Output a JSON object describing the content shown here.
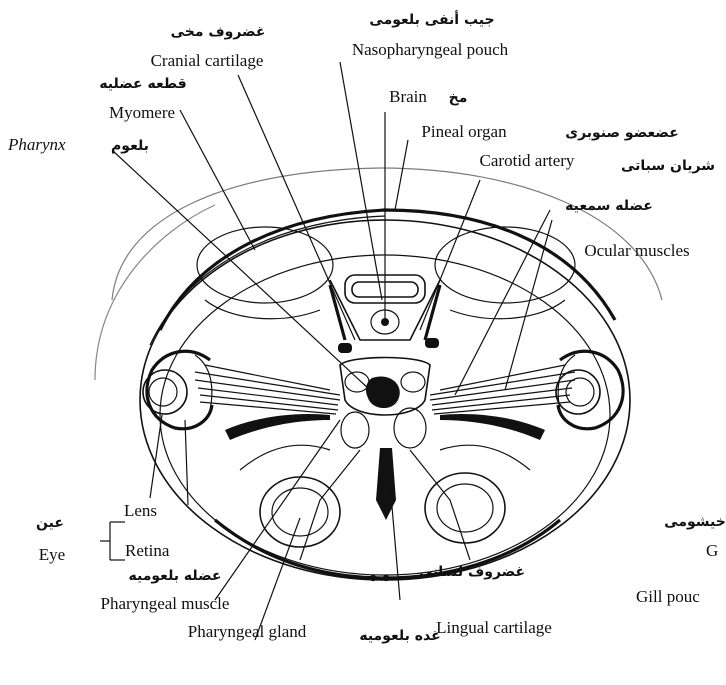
{
  "labels": {
    "cranial_cartilage_ar": "غضروف مخی",
    "cranial_cartilage": "Cranial cartilage",
    "nasopharyngeal_pouch_ar": "جیب أنفی بلعومی",
    "nasopharyngeal_pouch": "Nasopharyngeal pouch",
    "myomere_ar": "قطعه عضلیه",
    "myomere": "Myomere",
    "brain": "Brain",
    "brain_ar": "مخ",
    "pineal_organ": "Pineal organ",
    "pineal_organ_ar": "عضعضو صنوبری",
    "pharynx": "Pharynx",
    "pharynx_ar": "بلعوم",
    "carotid_artery": "Carotid artery",
    "carotid_artery_ar": "شریان سباتی",
    "ocular_muscles_ar": "عضله سمعیه",
    "ocular_muscles": "Ocular muscles",
    "lens": "Lens",
    "eye_ar": "عين",
    "eye": "Eye",
    "retina": "Retina",
    "pharyngeal_muscle_ar": "عضله بلعومیه",
    "pharyngeal_muscle": "Pharyngeal muscle",
    "lingual_cartilage_ar": "غضروف لسانی",
    "lingual_cartilage": "Lingual cartilage",
    "pharyngeal_gland": "Pharyngeal gland",
    "pharyngeal_gland_ar": "غده بلعومیه",
    "gill_pouch_ar": "خیشومی",
    "gill_pouch_g": "G",
    "gill_pouch": "Gill pouc"
  }
}
